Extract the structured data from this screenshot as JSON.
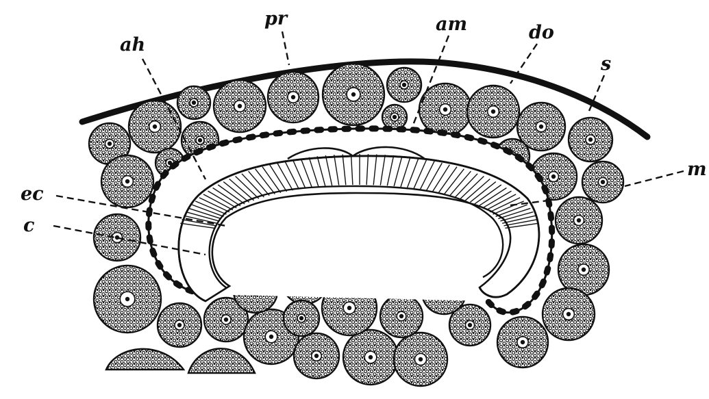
{
  "figure": {
    "ink_color": "#111111",
    "paper_color": "#ffffff",
    "cell_fill": "#f4f4f4"
  },
  "labels": {
    "ah": "ah",
    "pr": "pr",
    "am": "am",
    "do": "do",
    "s": "s",
    "m": "m",
    "ec": "ec",
    "c": "c"
  }
}
